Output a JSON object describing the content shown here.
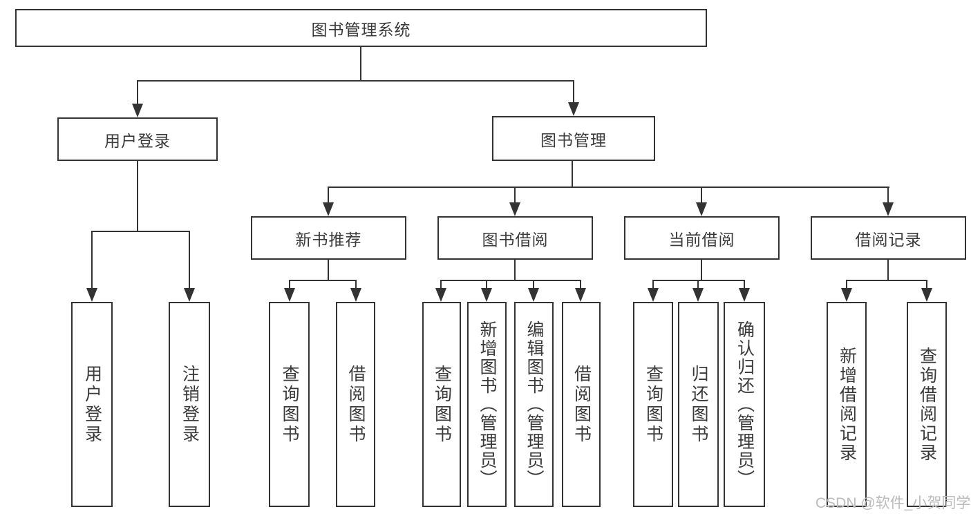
{
  "diagram": {
    "root": {
      "label": "图书管理系统"
    },
    "level2": [
      {
        "label": "用户登录"
      },
      {
        "label": "图书管理"
      }
    ],
    "level3": [
      {
        "label": "新书推荐"
      },
      {
        "label": "图书借阅"
      },
      {
        "label": "当前借阅"
      },
      {
        "label": "借阅记录"
      }
    ],
    "leaves": {
      "user_login": [
        "用户登录",
        "注销登录"
      ],
      "new_book": [
        "查询图书",
        "借阅图书"
      ],
      "book_borrow": [
        "查询图书",
        "新增图书（管理员）",
        "编辑图书（管理员）",
        "借阅图书"
      ],
      "current_borrow": [
        "查询图书",
        "归还图书",
        "确认归还（管理员）"
      ],
      "borrow_record": [
        "新增借阅记录",
        "查询借阅记录"
      ]
    }
  },
  "watermark": "CSDN @软件_小贺同学",
  "colors": {
    "line": "#333333",
    "text": "#3a3a3a",
    "watermark": "#bbbbbb",
    "background": "#ffffff"
  }
}
